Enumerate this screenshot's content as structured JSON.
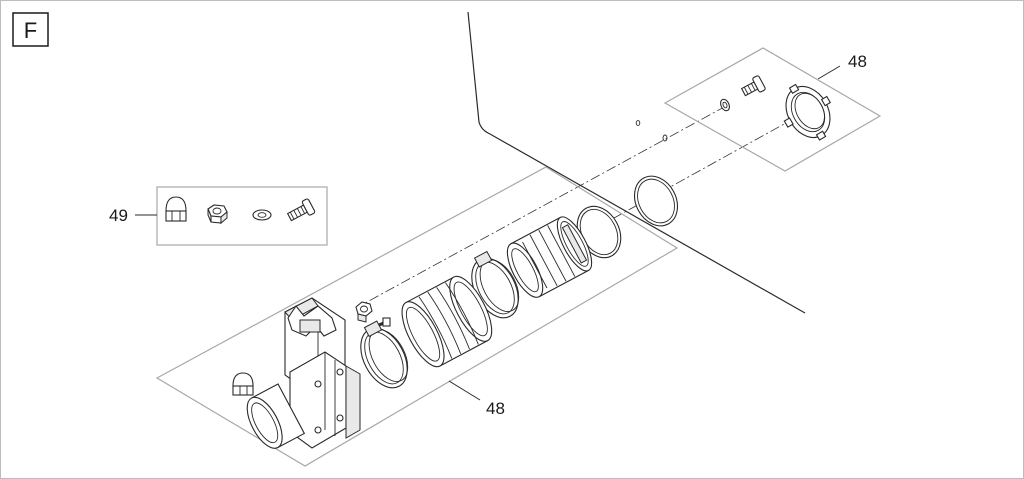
{
  "figure": {
    "section_letter": "F"
  },
  "callouts": {
    "kit_top_right": "48",
    "kit_bottom": "48",
    "hardware_kit": "49"
  }
}
